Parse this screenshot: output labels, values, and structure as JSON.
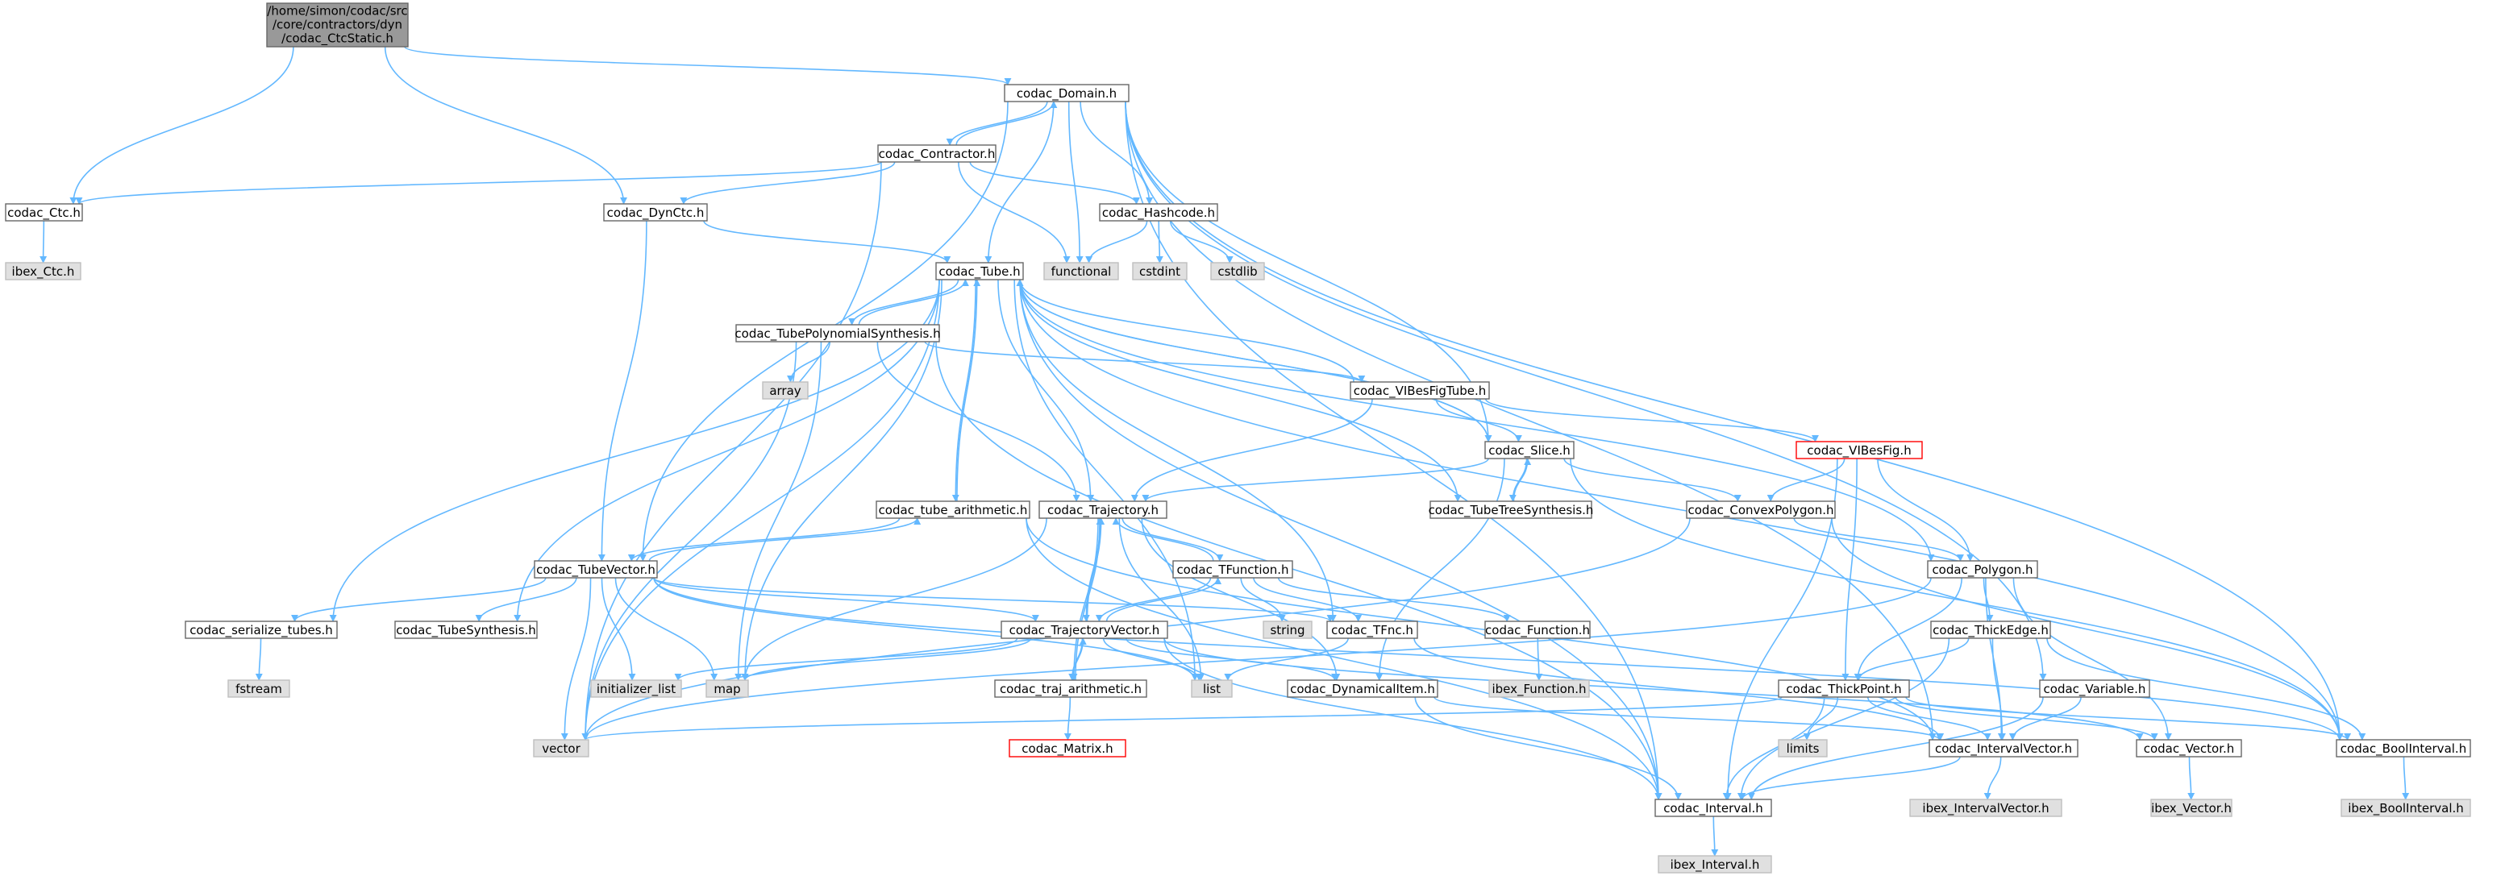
{
  "colors": {
    "background": "#ffffff",
    "edge": "#63b8ff",
    "node_fill": "#ffffff",
    "node_border": "#666666",
    "root_fill": "#999999",
    "root_border": "#666666",
    "external_fill": "#e0e0e0",
    "external_border": "#bfbfbf",
    "truncated_border": "#ff0000",
    "text": "#000000"
  },
  "root_node": {
    "id": "root",
    "label_lines": [
      "/home/simon/codac/src",
      "/core/contractors/dyn",
      "/codac_CtcStatic.h"
    ]
  },
  "nodes": [
    {
      "id": "domain",
      "label": "codac_Domain.h",
      "kind": "internal"
    },
    {
      "id": "contractor",
      "label": "codac_Contractor.h",
      "kind": "internal"
    },
    {
      "id": "ctc",
      "label": "codac_Ctc.h",
      "kind": "internal"
    },
    {
      "id": "ibex_ctc",
      "label": "ibex_Ctc.h",
      "kind": "external"
    },
    {
      "id": "dynctc",
      "label": "codac_DynCtc.h",
      "kind": "internal"
    },
    {
      "id": "hashcode",
      "label": "codac_Hashcode.h",
      "kind": "internal"
    },
    {
      "id": "functional",
      "label": "functional",
      "kind": "external"
    },
    {
      "id": "cstdint",
      "label": "cstdint",
      "kind": "external"
    },
    {
      "id": "cstdlib",
      "label": "cstdlib",
      "kind": "external"
    },
    {
      "id": "tube",
      "label": "codac_Tube.h",
      "kind": "internal"
    },
    {
      "id": "tubepoly",
      "label": "codac_TubePolynomialSynthesis.h",
      "kind": "internal"
    },
    {
      "id": "array",
      "label": "array",
      "kind": "external"
    },
    {
      "id": "vibesfigtube",
      "label": "codac_VIBesFigTube.h",
      "kind": "internal"
    },
    {
      "id": "vibesfig",
      "label": "codac_VIBesFig.h",
      "kind": "truncated"
    },
    {
      "id": "slice",
      "label": "codac_Slice.h",
      "kind": "internal"
    },
    {
      "id": "tubetree",
      "label": "codac_TubeTreeSynthesis.h",
      "kind": "internal"
    },
    {
      "id": "convexpoly",
      "label": "codac_ConvexPolygon.h",
      "kind": "internal"
    },
    {
      "id": "trajectory",
      "label": "codac_Trajectory.h",
      "kind": "internal"
    },
    {
      "id": "tubearith",
      "label": "codac_tube_arithmetic.h",
      "kind": "internal"
    },
    {
      "id": "tubevector",
      "label": "codac_TubeVector.h",
      "kind": "internal"
    },
    {
      "id": "tfunction",
      "label": "codac_TFunction.h",
      "kind": "internal"
    },
    {
      "id": "polygon",
      "label": "codac_Polygon.h",
      "kind": "internal"
    },
    {
      "id": "string",
      "label": "string",
      "kind": "external"
    },
    {
      "id": "serialize",
      "label": "codac_serialize_tubes.h",
      "kind": "internal"
    },
    {
      "id": "tubesynth",
      "label": "codac_TubeSynthesis.h",
      "kind": "internal"
    },
    {
      "id": "trajvector",
      "label": "codac_TrajectoryVector.h",
      "kind": "internal"
    },
    {
      "id": "tfnc",
      "label": "codac_TFnc.h",
      "kind": "internal"
    },
    {
      "id": "function",
      "label": "codac_Function.h",
      "kind": "internal"
    },
    {
      "id": "thickedge",
      "label": "codac_ThickEdge.h",
      "kind": "internal"
    },
    {
      "id": "fstream",
      "label": "fstream",
      "kind": "external"
    },
    {
      "id": "initlist",
      "label": "initializer_list",
      "kind": "external"
    },
    {
      "id": "map",
      "label": "map",
      "kind": "external"
    },
    {
      "id": "list",
      "label": "list",
      "kind": "external"
    },
    {
      "id": "dynitem",
      "label": "codac_DynamicalItem.h",
      "kind": "internal"
    },
    {
      "id": "ibex_function",
      "label": "ibex_Function.h",
      "kind": "external"
    },
    {
      "id": "trajarith",
      "label": "codac_traj_arithmetic.h",
      "kind": "internal"
    },
    {
      "id": "thickpoint",
      "label": "codac_ThickPoint.h",
      "kind": "internal"
    },
    {
      "id": "variable",
      "label": "codac_Variable.h",
      "kind": "internal"
    },
    {
      "id": "vector",
      "label": "vector",
      "kind": "external"
    },
    {
      "id": "limits",
      "label": "limits",
      "kind": "external"
    },
    {
      "id": "intervalvector",
      "label": "codac_IntervalVector.h",
      "kind": "internal"
    },
    {
      "id": "cvector",
      "label": "codac_Vector.h",
      "kind": "internal"
    },
    {
      "id": "boolinterval",
      "label": "codac_BoolInterval.h",
      "kind": "internal"
    },
    {
      "id": "matrix",
      "label": "codac_Matrix.h",
      "kind": "truncated"
    },
    {
      "id": "interval",
      "label": "codac_Interval.h",
      "kind": "internal"
    },
    {
      "id": "ibex_iv",
      "label": "ibex_IntervalVector.h",
      "kind": "external"
    },
    {
      "id": "ibex_vector",
      "label": "ibex_Vector.h",
      "kind": "external"
    },
    {
      "id": "ibex_bool",
      "label": "ibex_BoolInterval.h",
      "kind": "external"
    },
    {
      "id": "ibex_interval",
      "label": "ibex_Interval.h",
      "kind": "external"
    }
  ],
  "edges": [
    [
      "root",
      "domain"
    ],
    [
      "root",
      "ctc"
    ],
    [
      "root",
      "dynctc"
    ],
    [
      "domain",
      "contractor"
    ],
    [
      "domain",
      "hashcode"
    ],
    [
      "domain",
      "functional"
    ],
    [
      "domain",
      "tube"
    ],
    [
      "domain",
      "slice"
    ],
    [
      "domain",
      "tubevector"
    ],
    [
      "domain",
      "interval"
    ],
    [
      "domain",
      "intervalvector"
    ],
    [
      "domain",
      "variable"
    ],
    [
      "domain",
      "boolinterval"
    ],
    [
      "contractor",
      "domain"
    ],
    [
      "contractor",
      "ctc"
    ],
    [
      "contractor",
      "dynctc"
    ],
    [
      "contractor",
      "hashcode"
    ],
    [
      "contractor",
      "functional"
    ],
    [
      "contractor",
      "vector"
    ],
    [
      "ctc",
      "ibex_ctc"
    ],
    [
      "dynctc",
      "tube"
    ],
    [
      "dynctc",
      "tubevector"
    ],
    [
      "hashcode",
      "functional"
    ],
    [
      "hashcode",
      "cstdint"
    ],
    [
      "hashcode",
      "cstdlib"
    ],
    [
      "tube",
      "tubepoly"
    ],
    [
      "tube",
      "slice"
    ],
    [
      "tube",
      "trajectory"
    ],
    [
      "tube",
      "tubearith"
    ],
    [
      "tube",
      "serialize"
    ],
    [
      "tube",
      "tubesynth"
    ],
    [
      "tube",
      "tubetree"
    ],
    [
      "tube",
      "tfnc"
    ],
    [
      "tube",
      "polygon"
    ],
    [
      "tube",
      "map"
    ],
    [
      "tube",
      "list"
    ],
    [
      "tube",
      "vector"
    ],
    [
      "tube",
      "boolinterval"
    ],
    [
      "tube",
      "interval"
    ],
    [
      "tubepoly",
      "tube"
    ],
    [
      "tubepoly",
      "array"
    ],
    [
      "tubepoly",
      "vibesfigtube"
    ],
    [
      "tubepoly",
      "trajectory"
    ],
    [
      "tubepoly",
      "map"
    ],
    [
      "tubepoly",
      "vector"
    ],
    [
      "tubepoly",
      "interval"
    ],
    [
      "vibesfigtube",
      "tube"
    ],
    [
      "vibesfigtube",
      "vibesfig"
    ],
    [
      "vibesfigtube",
      "slice"
    ],
    [
      "vibesfigtube",
      "trajectory"
    ],
    [
      "vibesfig",
      "convexpoly"
    ],
    [
      "vibesfig",
      "polygon"
    ],
    [
      "vibesfig",
      "thickpoint"
    ],
    [
      "vibesfig",
      "interval"
    ],
    [
      "slice",
      "tube"
    ],
    [
      "slice",
      "tubetree"
    ],
    [
      "slice",
      "trajectory"
    ],
    [
      "slice",
      "convexpoly"
    ],
    [
      "slice",
      "dynitem"
    ],
    [
      "slice",
      "boolinterval"
    ],
    [
      "tubetree",
      "slice"
    ],
    [
      "convexpoly",
      "polygon"
    ],
    [
      "convexpoly",
      "vector"
    ],
    [
      "convexpoly",
      "boolinterval"
    ],
    [
      "trajectory",
      "tfunction"
    ],
    [
      "trajectory",
      "trajvector"
    ],
    [
      "trajectory",
      "trajarith"
    ],
    [
      "trajectory",
      "dynitem"
    ],
    [
      "trajectory",
      "map"
    ],
    [
      "trajectory",
      "list"
    ],
    [
      "tubearith",
      "tube"
    ],
    [
      "tubearith",
      "tubevector"
    ],
    [
      "tubearith",
      "intervalvector"
    ],
    [
      "tubearith",
      "interval"
    ],
    [
      "tubevector",
      "tubearith"
    ],
    [
      "tubevector",
      "trajvector"
    ],
    [
      "tubevector",
      "serialize"
    ],
    [
      "tubevector",
      "tubesynth"
    ],
    [
      "tubevector",
      "initlist"
    ],
    [
      "tubevector",
      "map"
    ],
    [
      "tubevector",
      "list"
    ],
    [
      "tubevector",
      "vector"
    ],
    [
      "tubevector",
      "tfnc"
    ],
    [
      "tubevector",
      "boolinterval"
    ],
    [
      "tfunction",
      "trajectory"
    ],
    [
      "tfunction",
      "trajvector"
    ],
    [
      "tfunction",
      "string"
    ],
    [
      "tfunction",
      "tfnc"
    ],
    [
      "tfunction",
      "function"
    ],
    [
      "polygon",
      "thickedge"
    ],
    [
      "polygon",
      "thickpoint"
    ],
    [
      "polygon",
      "intervalvector"
    ],
    [
      "polygon",
      "cvector"
    ],
    [
      "polygon",
      "vector"
    ],
    [
      "serialize",
      "fstream"
    ],
    [
      "trajvector",
      "trajectory"
    ],
    [
      "trajvector",
      "tfunction"
    ],
    [
      "trajvector",
      "trajarith"
    ],
    [
      "trajvector",
      "dynitem"
    ],
    [
      "trajvector",
      "initlist"
    ],
    [
      "trajvector",
      "map"
    ],
    [
      "trajvector",
      "list"
    ],
    [
      "trajvector",
      "cvector"
    ],
    [
      "trajvector",
      "interval"
    ],
    [
      "tfnc",
      "list"
    ],
    [
      "tfnc",
      "intervalvector"
    ],
    [
      "function",
      "ibex_function"
    ],
    [
      "thickedge",
      "thickpoint"
    ],
    [
      "thickedge",
      "intervalvector"
    ],
    [
      "thickedge",
      "interval"
    ],
    [
      "thickedge",
      "boolinterval"
    ],
    [
      "trajarith",
      "trajectory"
    ],
    [
      "trajarith",
      "trajvector"
    ],
    [
      "trajarith",
      "matrix"
    ],
    [
      "dynitem",
      "intervalvector"
    ],
    [
      "dynitem",
      "interval"
    ],
    [
      "thickpoint",
      "vector"
    ],
    [
      "thickpoint",
      "limits"
    ],
    [
      "thickpoint",
      "intervalvector"
    ],
    [
      "thickpoint",
      "interval"
    ],
    [
      "thickpoint",
      "cvector"
    ],
    [
      "thickpoint",
      "boolinterval"
    ],
    [
      "variable",
      "intervalvector"
    ],
    [
      "variable",
      "interval"
    ],
    [
      "intervalvector",
      "interval"
    ],
    [
      "intervalvector",
      "ibex_iv"
    ],
    [
      "cvector",
      "ibex_vector"
    ],
    [
      "boolinterval",
      "ibex_bool"
    ],
    [
      "interval",
      "ibex_interval"
    ]
  ]
}
